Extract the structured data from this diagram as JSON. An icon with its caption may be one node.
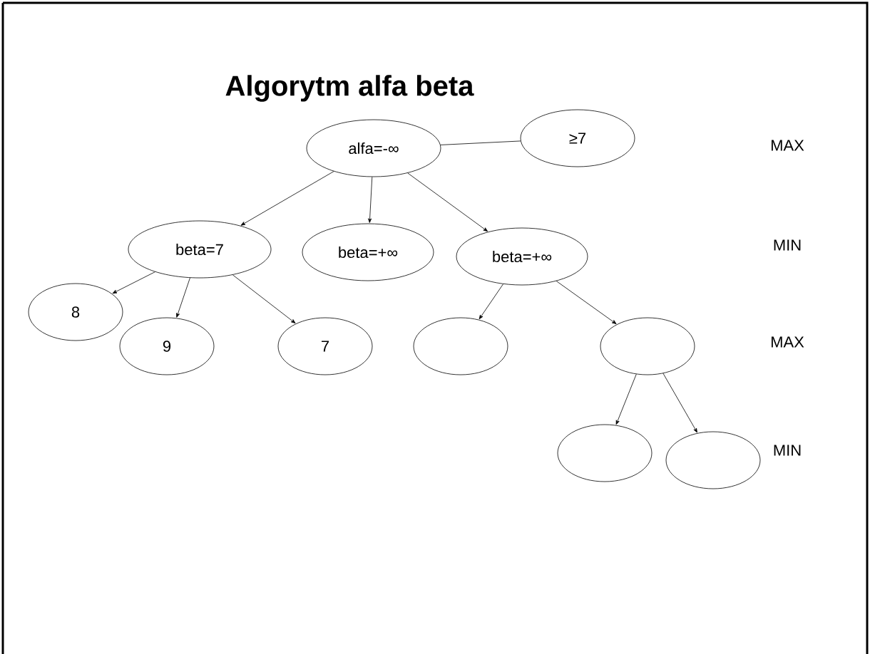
{
  "diagram": {
    "title": "Algorytm alfa beta",
    "nodes": [
      {
        "text": [
          "alfa=-∞"
        ]
      },
      {
        "text": [
          "beta=7"
        ]
      },
      {
        "text": [
          "beta=+∞"
        ]
      },
      {
        "text": [
          "beta=+∞"
        ]
      },
      {
        "text": [
          "8"
        ]
      },
      {
        "text": [
          "9"
        ]
      },
      {
        "text": [
          "7"
        ]
      },
      {
        "text": [],
        "shape": "circle"
      },
      {
        "text": [],
        "shape": "circle"
      },
      {
        "text": [],
        "shape": "circle"
      },
      {
        "text": [],
        "shape": "circle"
      },
      {
        "text": [
          "≥7"
        ]
      }
    ],
    "edges": [
      {
        "from": 0,
        "to": 1,
        "arrow": "to"
      },
      {
        "from": 0,
        "to": 2,
        "arrow": "to"
      },
      {
        "from": 0,
        "to": 3,
        "arrow": "to"
      },
      {
        "from": 1,
        "to": 4,
        "arrow": "to"
      },
      {
        "from": 1,
        "to": 5,
        "arrow": "to"
      },
      {
        "from": 1,
        "to": 6,
        "arrow": "to"
      },
      {
        "from": 3,
        "to": 7,
        "arrow": "to"
      },
      {
        "from": 3,
        "to": 8,
        "arrow": "to"
      },
      {
        "from": 8,
        "to": 9,
        "arrow": "to"
      },
      {
        "from": 8,
        "to": 10,
        "arrow": "to"
      },
      {
        "from": 11,
        "to": 0,
        "arrow": "none"
      }
    ],
    "labels": [
      "MAX",
      "MIN",
      "MAX",
      "MIN"
    ]
  }
}
